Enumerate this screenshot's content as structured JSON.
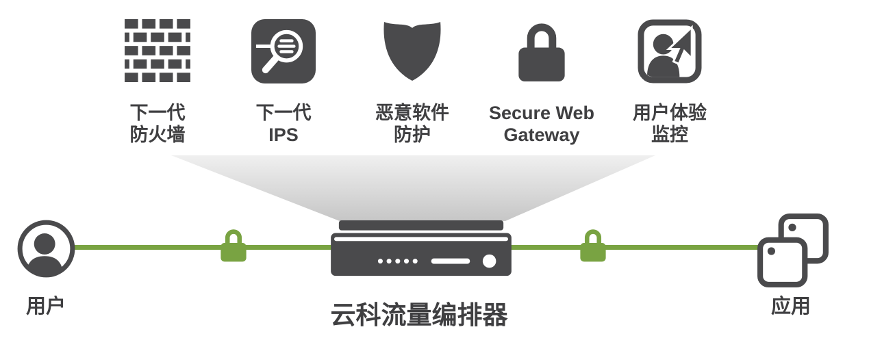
{
  "services": [
    {
      "icon": "firewall-icon",
      "line1": "下一代",
      "line2": "防火墙"
    },
    {
      "icon": "ips-icon",
      "line1": "下一代",
      "line2": "IPS"
    },
    {
      "icon": "shield-icon",
      "line1": "恶意软件",
      "line2": "防护"
    },
    {
      "icon": "lock-icon",
      "line1": "Secure Web",
      "line2": "Gateway"
    },
    {
      "icon": "user-experience-icon",
      "line1": "用户体验",
      "line2": "监控"
    }
  ],
  "nodes": {
    "user_label": "用户",
    "orchestrator_label": "云科流量编排器",
    "apps_label": "应用"
  },
  "colors": {
    "icon_gray": "#4a4a4c",
    "text_gray": "#3f3f41",
    "accent_green": "#79a342",
    "funnel_top": "#f0f0f0",
    "funnel_bottom": "#c6c6c6"
  }
}
